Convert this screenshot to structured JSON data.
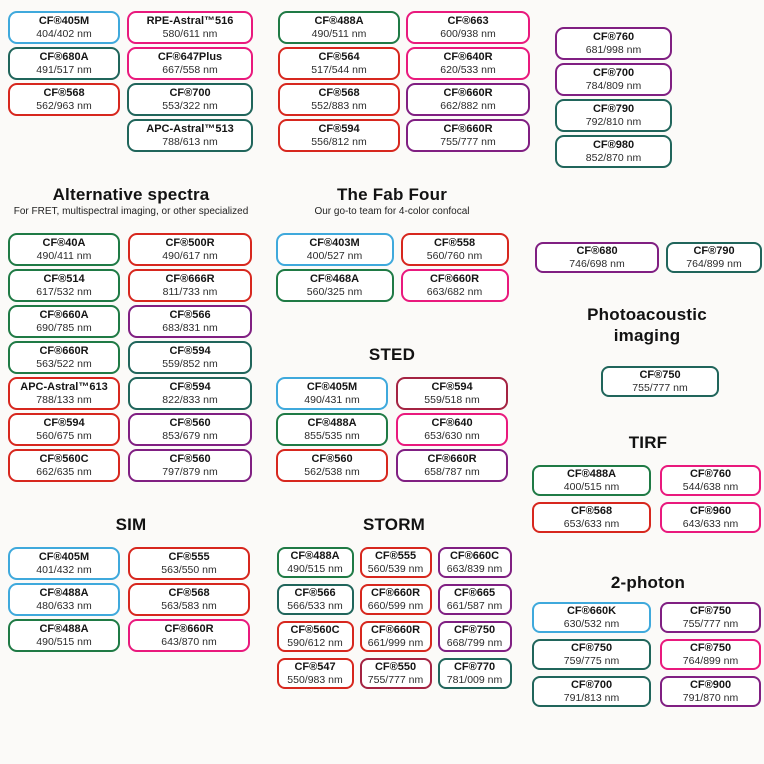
{
  "colors": {
    "blue": "#3fa9dc",
    "green": "#1f7a45",
    "teal": "#20655b",
    "red": "#d7271e",
    "pink": "#e9197d",
    "purple": "#801f82",
    "darkred": "#a42342"
  },
  "sections": {
    "top_left": {
      "columns": [
        {
          "width": 112,
          "badges": [
            {
              "name": "CF®405M",
              "value": "404/402 nm",
              "color": "blue"
            },
            {
              "name": "CF®680A",
              "value": "491/517 nm",
              "color": "teal"
            },
            {
              "name": "CF®568",
              "value": "562/963 nm",
              "color": "red"
            }
          ]
        },
        {
          "width": 126,
          "badges": [
            {
              "name": "RPE-Astral™516",
              "value": "580/611 nm",
              "color": "pink"
            },
            {
              "name": "CF®647Plus",
              "value": "667/558 nm",
              "color": "pink"
            },
            {
              "name": "CF®700",
              "value": "553/322 nm",
              "color": "teal"
            },
            {
              "name": "APC-Astral™513",
              "value": "788/613 nm",
              "color": "teal"
            }
          ]
        }
      ]
    },
    "top_middle": {
      "columns": [
        {
          "width": 122,
          "badges": [
            {
              "name": "CF®488A",
              "value": "490/511 nm",
              "color": "green"
            },
            {
              "name": "CF®564",
              "value": "517/544 nm",
              "color": "red"
            },
            {
              "name": "CF®568",
              "value": "552/883 nm",
              "color": "red"
            },
            {
              "name": "CF®594",
              "value": "556/812 nm",
              "color": "red"
            }
          ]
        },
        {
          "width": 124,
          "badges": [
            {
              "name": "CF®663",
              "value": "600/938 nm",
              "color": "pink"
            },
            {
              "name": "CF®640R",
              "value": "620/533 nm",
              "color": "pink"
            },
            {
              "name": "CF®660R",
              "value": "662/882 nm",
              "color": "purple"
            },
            {
              "name": "CF®660R",
              "value": "755/777 nm",
              "color": "purple"
            }
          ]
        }
      ]
    },
    "top_right": {
      "columns": [
        {
          "width": 117,
          "badges": [
            {
              "name": "CF®760",
              "value": "681/998 nm",
              "color": "purple"
            },
            {
              "name": "CF®700",
              "value": "784/809 nm",
              "color": "purple"
            },
            {
              "name": "CF®790",
              "value": "792/810 nm",
              "color": "teal"
            },
            {
              "name": "CF®980",
              "value": "852/870 nm",
              "color": "teal"
            }
          ]
        }
      ]
    },
    "alt_spectra": {
      "title": "Alternative spectra",
      "subtitle": "For FRET, multispectral imaging, or other specialized",
      "columns": [
        {
          "width": 112,
          "badges": [
            {
              "name": "CF®40A",
              "value": "490/411 nm",
              "color": "green"
            },
            {
              "name": "CF®514",
              "value": "617/532 nm",
              "color": "green"
            },
            {
              "name": "CF®660A",
              "value": "690/785 nm",
              "color": "green"
            },
            {
              "name": "CF®660R",
              "value": "563/522 nm",
              "color": "green"
            },
            {
              "name": "APC-Astral™613",
              "value": "788/133 nm",
              "color": "red"
            },
            {
              "name": "CF®594",
              "value": "560/675 nm",
              "color": "red"
            },
            {
              "name": "CF®560C",
              "value": "662/635 nm",
              "color": "red"
            }
          ]
        },
        {
          "width": 124,
          "badges": [
            {
              "name": "CF®500R",
              "value": "490/617 nm",
              "color": "red"
            },
            {
              "name": "CF®666R",
              "value": "811/733 nm",
              "color": "red"
            },
            {
              "name": "CF®566",
              "value": "683/831 nm",
              "color": "purple"
            },
            {
              "name": "CF®594",
              "value": "559/852 nm",
              "color": "teal"
            },
            {
              "name": "CF®594",
              "value": "822/833 nm",
              "color": "teal"
            },
            {
              "name": "CF®560",
              "value": "853/679 nm",
              "color": "purple"
            },
            {
              "name": "CF®560",
              "value": "797/879 nm",
              "color": "purple"
            }
          ]
        }
      ]
    },
    "fab_four": {
      "title": "The Fab Four",
      "subtitle": "Our go-to team for 4-color confocal",
      "columns": [
        {
          "width": 118,
          "badges": [
            {
              "name": "CF®403M",
              "value": "400/527 nm",
              "color": "blue"
            },
            {
              "name": "CF®468A",
              "value": "560/325 nm",
              "color": "green"
            }
          ]
        },
        {
          "width": 108,
          "badges": [
            {
              "name": "CF®558",
              "value": "560/760 nm",
              "color": "red"
            },
            {
              "name": "CF®660R",
              "value": "663/682 nm",
              "color": "pink"
            }
          ]
        }
      ]
    },
    "sted": {
      "title": "STED",
      "columns": [
        {
          "width": 112,
          "badges": [
            {
              "name": "CF®405M",
              "value": "490/431 nm",
              "color": "blue"
            },
            {
              "name": "CF®488A",
              "value": "855/535 nm",
              "color": "green"
            },
            {
              "name": "CF®560",
              "value": "562/538 nm",
              "color": "red"
            }
          ]
        },
        {
          "width": 112,
          "badges": [
            {
              "name": "CF®594",
              "value": "559/518 nm",
              "color": "darkred"
            },
            {
              "name": "CF®640",
              "value": "653/630 nm",
              "color": "pink"
            },
            {
              "name": "CF®660R",
              "value": "658/787 nm",
              "color": "purple"
            }
          ]
        }
      ]
    },
    "sim": {
      "title": "SIM",
      "columns": [
        {
          "width": 112,
          "badges": [
            {
              "name": "CF®405M",
              "value": "401/432 nm",
              "color": "blue"
            },
            {
              "name": "CF®488A",
              "value": "480/633 nm",
              "color": "blue"
            },
            {
              "name": "CF®488A",
              "value": "490/515 nm",
              "color": "green"
            }
          ]
        },
        {
          "width": 122,
          "badges": [
            {
              "name": "CF®555",
              "value": "563/550 nm",
              "color": "red"
            },
            {
              "name": "CF®568",
              "value": "563/583 nm",
              "color": "red"
            },
            {
              "name": "CF®660R",
              "value": "643/870 nm",
              "color": "pink"
            }
          ]
        }
      ]
    },
    "storm": {
      "title": "STORM",
      "columns": [
        {
          "width": 77,
          "badges": [
            {
              "name": "CF®488A",
              "value": "490/515 nm",
              "color": "green"
            },
            {
              "name": "CF®566",
              "value": "566/533 nm",
              "color": "teal"
            },
            {
              "name": "CF®560C",
              "value": "590/612 nm",
              "color": "red"
            },
            {
              "name": "CF®547",
              "value": "550/983 nm",
              "color": "red"
            }
          ]
        },
        {
          "width": 72,
          "badges": [
            {
              "name": "CF®555",
              "value": "560/539 nm",
              "color": "red"
            },
            {
              "name": "CF®660R",
              "value": "660/599 nm",
              "color": "red"
            },
            {
              "name": "CF®660R",
              "value": "661/999 nm",
              "color": "red"
            },
            {
              "name": "CF®550",
              "value": "755/777 nm",
              "color": "darkred"
            }
          ]
        },
        {
          "width": 74,
          "badges": [
            {
              "name": "CF®660C",
              "value": "663/839 nm",
              "color": "purple"
            },
            {
              "name": "CF®665",
              "value": "661/587 nm",
              "color": "purple"
            },
            {
              "name": "CF®750",
              "value": "668/799 nm",
              "color": "purple"
            },
            {
              "name": "CF®770",
              "value": "781/009 nm",
              "color": "teal"
            }
          ]
        }
      ]
    },
    "near_ir": {
      "columns": [
        {
          "width": 124,
          "badges": [
            {
              "name": "CF®680",
              "value": "746/698 nm",
              "color": "purple"
            }
          ]
        },
        {
          "width": 96,
          "badges": [
            {
              "name": "CF®790",
              "value": "764/899 nm",
              "color": "teal"
            }
          ]
        }
      ]
    },
    "photoacoustic": {
      "title": "Photoacoustic imaging",
      "columns": [
        {
          "width": 118,
          "badges": [
            {
              "name": "CF®750",
              "value": "755/777 nm",
              "color": "teal"
            }
          ]
        }
      ]
    },
    "tirf": {
      "title": "TIRF",
      "columns": [
        {
          "width": 119,
          "badges": [
            {
              "name": "CF®488A",
              "value": "400/515 nm",
              "color": "green"
            },
            {
              "name": "CF®568",
              "value": "653/633 nm",
              "color": "red"
            }
          ]
        },
        {
          "width": 101,
          "badges": [
            {
              "name": "CF®760",
              "value": "544/638 nm",
              "color": "pink"
            },
            {
              "name": "CF®960",
              "value": "643/633 nm",
              "color": "pink"
            }
          ]
        }
      ]
    },
    "two_photon": {
      "title": "2-photon",
      "columns": [
        {
          "width": 119,
          "badges": [
            {
              "name": "CF®660K",
              "value": "630/532 nm",
              "color": "blue"
            },
            {
              "name": "CF®750",
              "value": "759/775 nm",
              "color": "teal"
            },
            {
              "name": "CF®700",
              "value": "791/813 nm",
              "color": "teal"
            }
          ]
        },
        {
          "width": 101,
          "badges": [
            {
              "name": "CF®750",
              "value": "755/777 nm",
              "color": "purple"
            },
            {
              "name": "CF®750",
              "value": "764/899 nm",
              "color": "pink"
            },
            {
              "name": "CF®900",
              "value": "791/870 nm",
              "color": "purple"
            }
          ]
        }
      ]
    }
  }
}
